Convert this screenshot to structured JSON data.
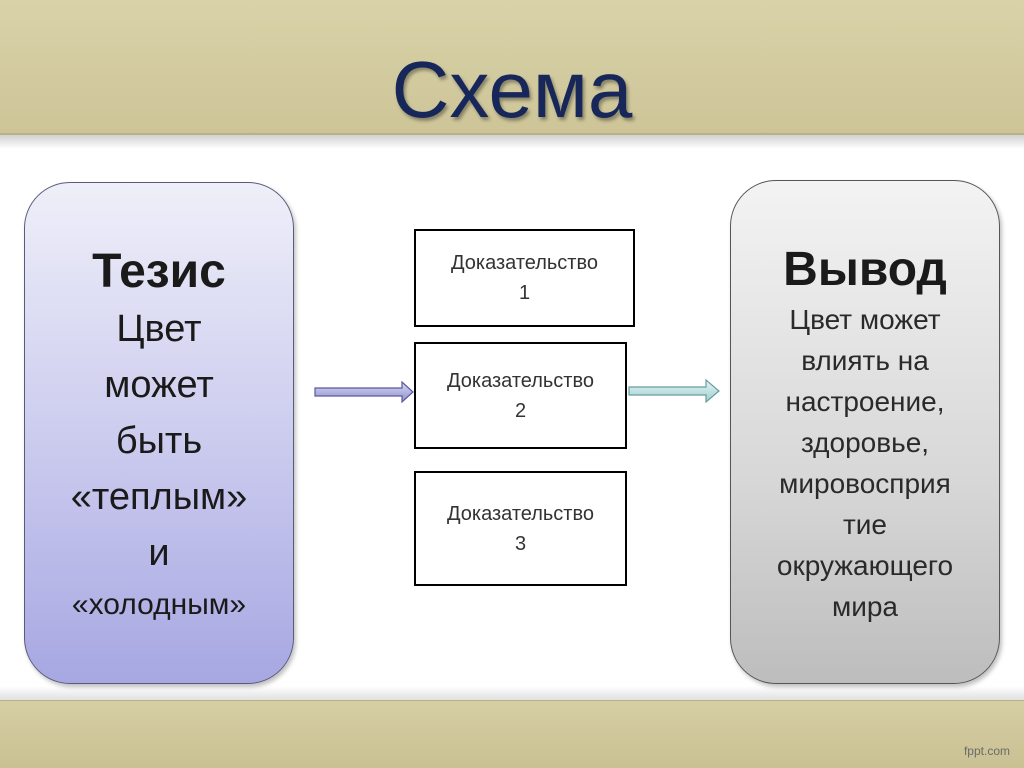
{
  "slide": {
    "title": "Схема",
    "watermark": "fppt.com"
  },
  "thesis": {
    "heading": "Тезис",
    "lines": [
      "Цвет",
      "может",
      "быть",
      "«теплым»",
      "и",
      "«холодным»"
    ]
  },
  "proofs": [
    {
      "label": "Доказательство",
      "number": "1"
    },
    {
      "label": "Доказательство",
      "number": "2"
    },
    {
      "label": "Доказательство",
      "number": "3"
    }
  ],
  "conclusion": {
    "heading": "Вывод",
    "lines": [
      "Цвет может",
      "влиять на",
      "настроение,",
      "здоровье,",
      "мировосприя",
      "тие",
      "окружающего",
      "мира"
    ]
  },
  "colors": {
    "band": "#d9d2a8",
    "title": "#17275a",
    "thesis_fill": "#c9c9ee",
    "conclusion_fill": "#d7d7d7",
    "arrow_left": "#8f8fd0",
    "arrow_right": "#9fcfcf"
  },
  "icons": {
    "arrow_left": "arrow-right-icon",
    "arrow_right": "arrow-right-icon"
  }
}
